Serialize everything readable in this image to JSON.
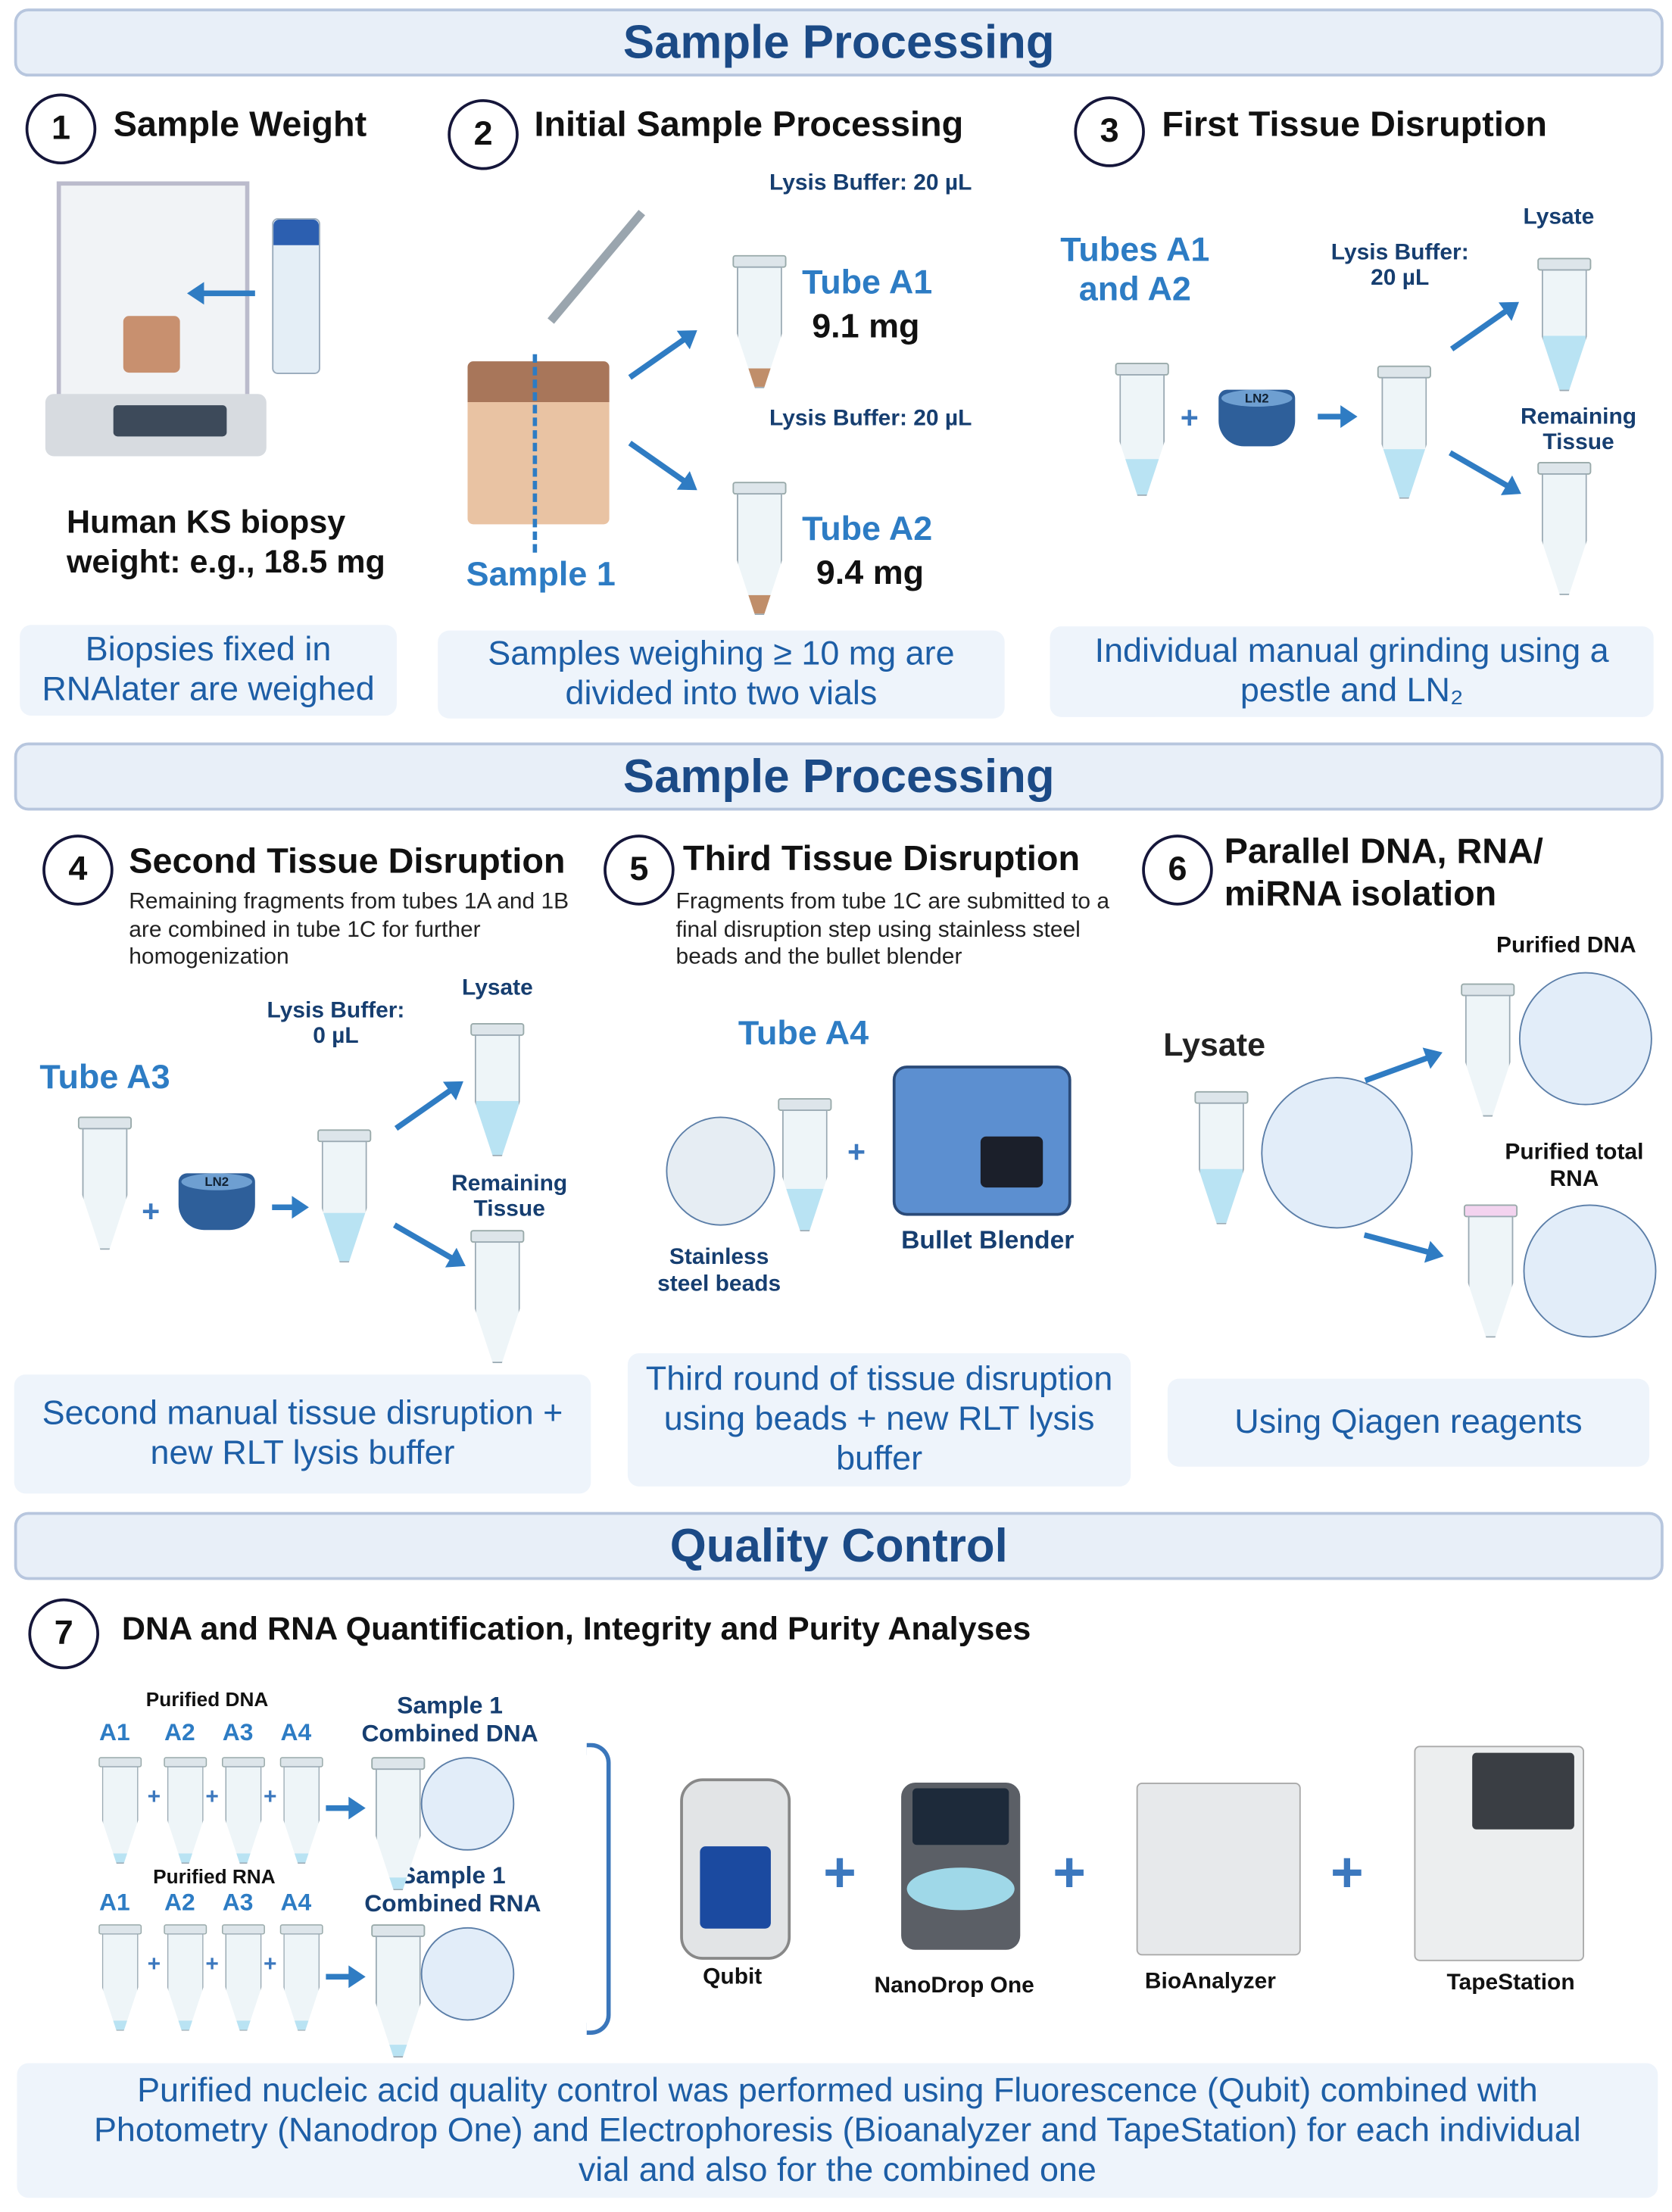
{
  "sections": {
    "s1": "Sample Processing",
    "s2": "Sample Processing",
    "s3": "Quality Control"
  },
  "steps": [
    {
      "n": "1",
      "title": "Sample Weight"
    },
    {
      "n": "2",
      "title": "Initial Sample Processing"
    },
    {
      "n": "3",
      "title": "First Tissue Disruption"
    },
    {
      "n": "4",
      "title": "Second Tissue Disruption",
      "desc": "Remaining fragments from tubes 1A and 1B are combined in tube 1C for further homogenization"
    },
    {
      "n": "5",
      "title": "Third Tissue Disruption",
      "desc": "Fragments from tube 1C are submitted to a final disruption step  using stainless steel beads and the bullet blender"
    },
    {
      "n": "6",
      "title": "Parallel DNA, RNA/ miRNA isolation"
    },
    {
      "n": "7",
      "title": "DNA and RNA Quantification,  Integrity and Purity Analyses"
    }
  ],
  "step1": {
    "biopsy": "Human KS biopsy weight: e.g., 18.5 mg",
    "caption": "Biopsies fixed in RNAlater are weighed"
  },
  "step2": {
    "sample": "Sample 1",
    "buffer_a1": "Lysis Buffer: 20 µL",
    "tube_a1": "Tube A1",
    "mass_a1": "9.1 mg",
    "buffer_a2": "Lysis Buffer: 20 µL",
    "tube_a2": "Tube A2",
    "mass_a2": "9.4 mg",
    "caption": "Samples weighing ≥ 10 mg are divided into two vials"
  },
  "step3": {
    "tubes": "Tubes A1 and A2",
    "ln2": "LN2",
    "buffer": "Lysis Buffer: 20 µL",
    "lysate": "Lysate",
    "remaining": "Remaining Tissue",
    "caption": "Individual manual grinding using a pestle and LN₂"
  },
  "step4": {
    "tube": "Tube A3",
    "ln2": "LN2",
    "buffer": "Lysis Buffer: 0 µL",
    "lysate": "Lysate",
    "remaining": "Remaining Tissue",
    "caption": "Second manual tissue disruption + new RLT lysis buffer"
  },
  "step5": {
    "tube": "Tube A4",
    "beads": "Stainless steel beads",
    "blender": "Bullet Blender",
    "caption": "Third round of tissue disruption using beads + new RLT lysis buffer"
  },
  "step6": {
    "lysate": "Lysate",
    "dna": "Purified DNA",
    "rna": "Purified total RNA",
    "caption": "Using Qiagen reagents"
  },
  "step7": {
    "pdna": "Purified DNA",
    "prna": "Purified RNA",
    "tubes": [
      "A1",
      "A2",
      "A3",
      "A4"
    ],
    "cdna": "Sample 1 Combined DNA",
    "crna": "Sample 1 Combined RNA",
    "instruments": [
      "Qubit",
      "NanoDrop One",
      "BioAnalyzer",
      "TapeStation"
    ],
    "caption": "Purified nucleic acid quality control was performed using Fluorescence (Qubit) combined with Photometry (Nanodrop One) and Electrophoresis (Bioanalyzer and TapeStation) for each individual vial and also for the combined one"
  }
}
